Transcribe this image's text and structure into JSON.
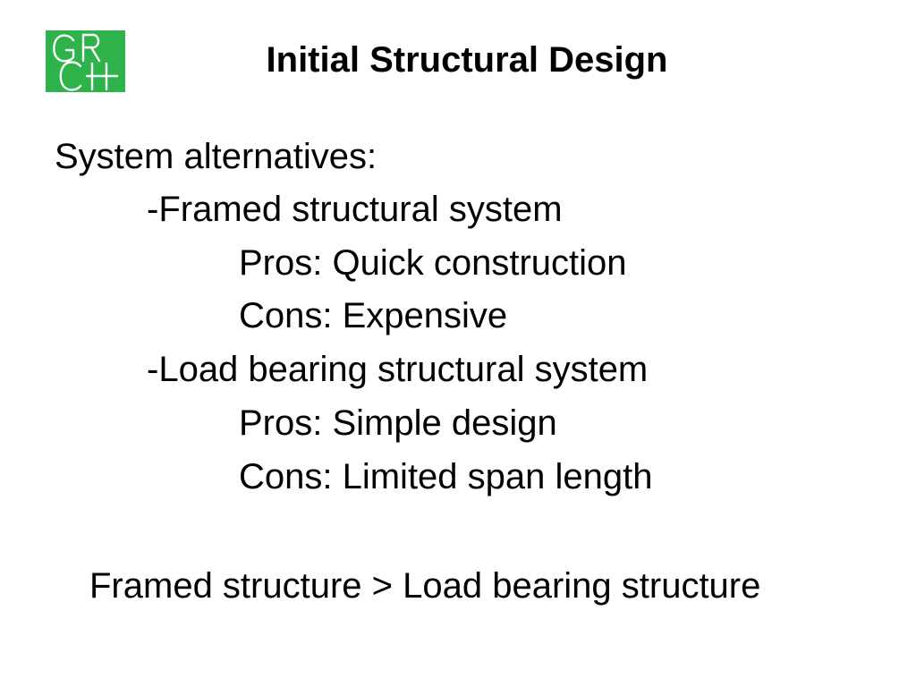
{
  "slide": {
    "logo": {
      "name": "grch-logo",
      "color": "#2db34a"
    },
    "title": "Initial Structural Design",
    "heading": "System alternatives:",
    "items": [
      {
        "text": "-Framed structural system",
        "level": 1
      },
      {
        "text": "Pros: Quick construction",
        "level": 2
      },
      {
        "text": "Cons: Expensive",
        "level": 2
      },
      {
        "text": "-Load bearing structural system",
        "level": 1
      },
      {
        "text": "Pros: Simple design",
        "level": 2
      },
      {
        "text": "Cons: Limited span length",
        "level": 2
      }
    ],
    "conclusion": "Framed structure > Load bearing structure"
  }
}
